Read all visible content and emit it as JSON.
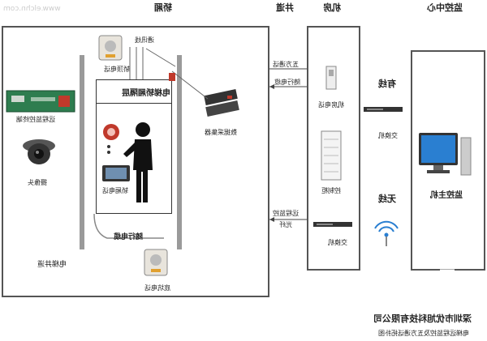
{
  "headers": {
    "shaft": "轿厢",
    "well": "井道",
    "machine_room": "机房",
    "monitor_center": "监控中心"
  },
  "watermark": "www.elchn.com",
  "labels": {
    "communication_line": "通讯线",
    "car_intercom": "轿顶电话",
    "remote_terminal": "远程监控终端",
    "camera": "摄像头",
    "car_panel": "电梯轿厢隔层",
    "car_display": "轿厢电话",
    "data_collector": "数据采集器",
    "traveling_cable": "随行电缆",
    "well_bottom_phone": "底坑电话",
    "elevator_shaft": "电梯井道",
    "five_way_phone": "五方通话",
    "traveling_line": "随行电缆",
    "machine_phone": "机房电话",
    "control_cabinet": "控制柜",
    "remote_monitor": "远程监控",
    "optical_fiber": "光纤",
    "switch_left": "交换机",
    "wired": "有线",
    "switch_right": "交换机",
    "wireless": "无线",
    "monitor_host": "监控主机"
  },
  "footer": {
    "company": "深圳市优旭科技有限公司",
    "subtitle": "电梯远程监控及五方通话拓扑图"
  },
  "colors": {
    "accent_red": "#c0392b",
    "panel_green": "#2e7d4f",
    "screen_blue": "#2a7fd1"
  }
}
